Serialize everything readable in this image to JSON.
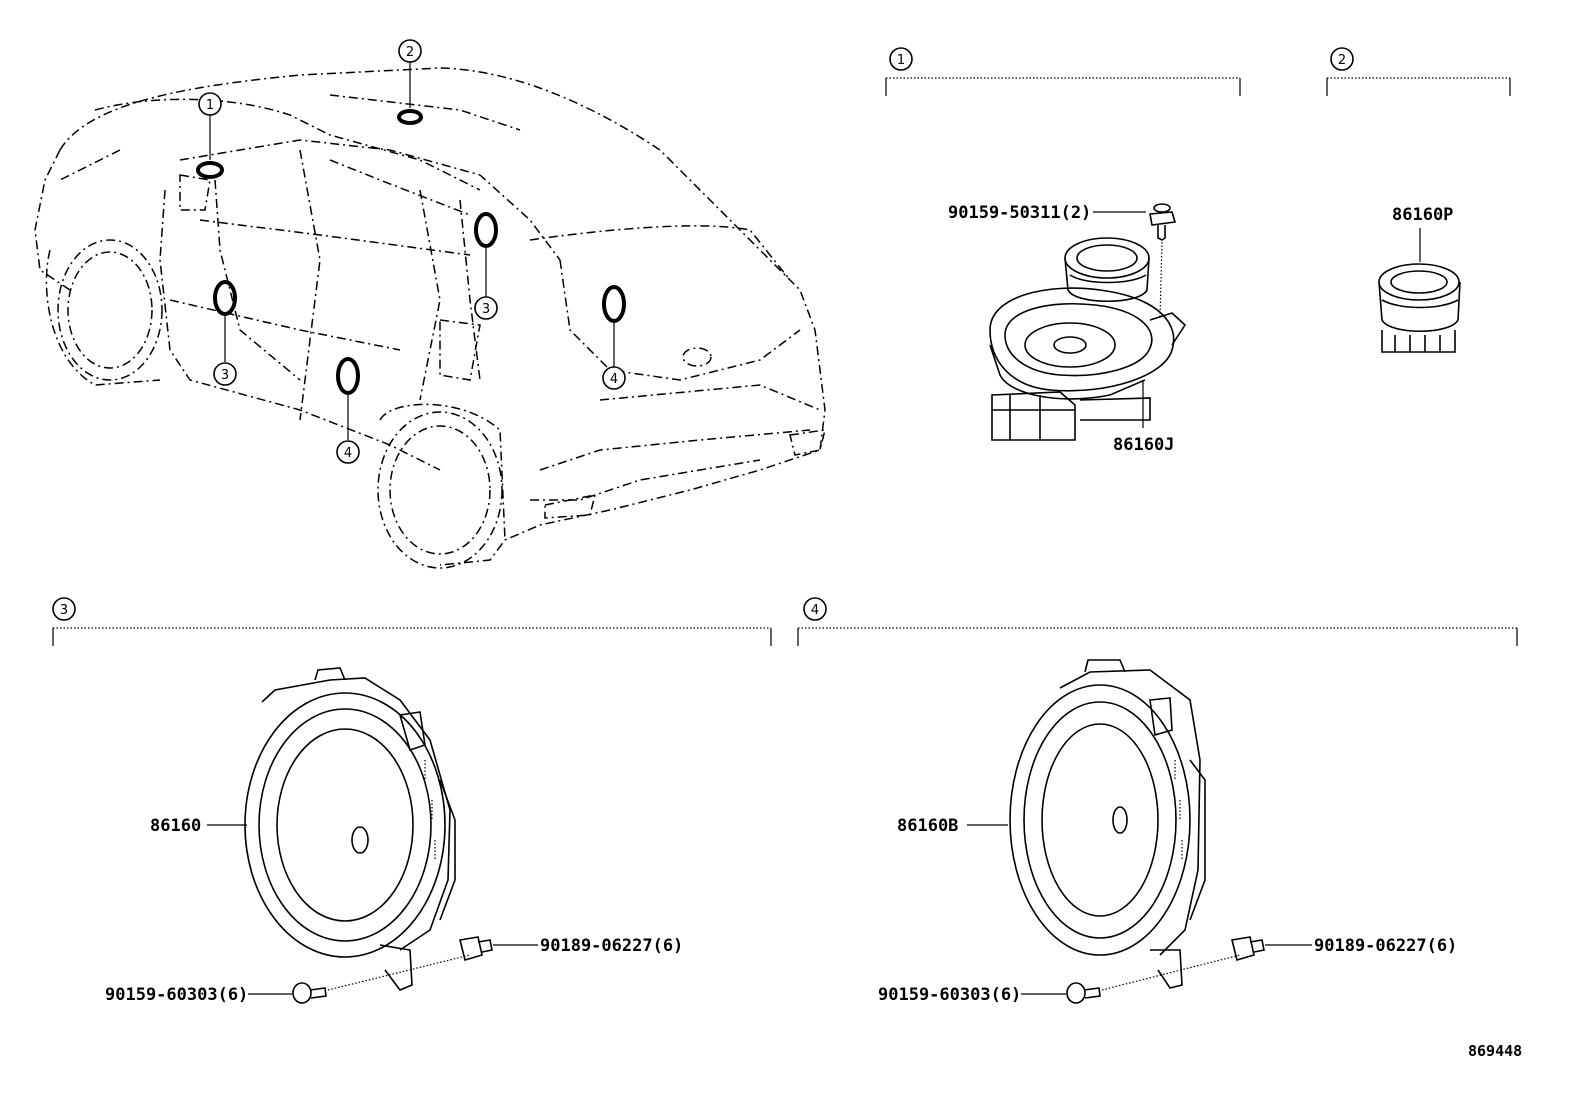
{
  "callouts": {
    "c1": "1",
    "c2": "2",
    "c3": "3",
    "c4": "4"
  },
  "parts": {
    "bolt_50311": "90159-50311(2)",
    "tweeter_p": "86160P",
    "speaker_j": "86160J",
    "speaker_front": "86160",
    "speaker_rear": "86160B",
    "clip_left": "90189-06227(6)",
    "screw_left": "90159-60303(6)",
    "clip_right": "90189-06227(6)",
    "screw_right": "90159-60303(6)"
  },
  "diagram_id": "869448"
}
